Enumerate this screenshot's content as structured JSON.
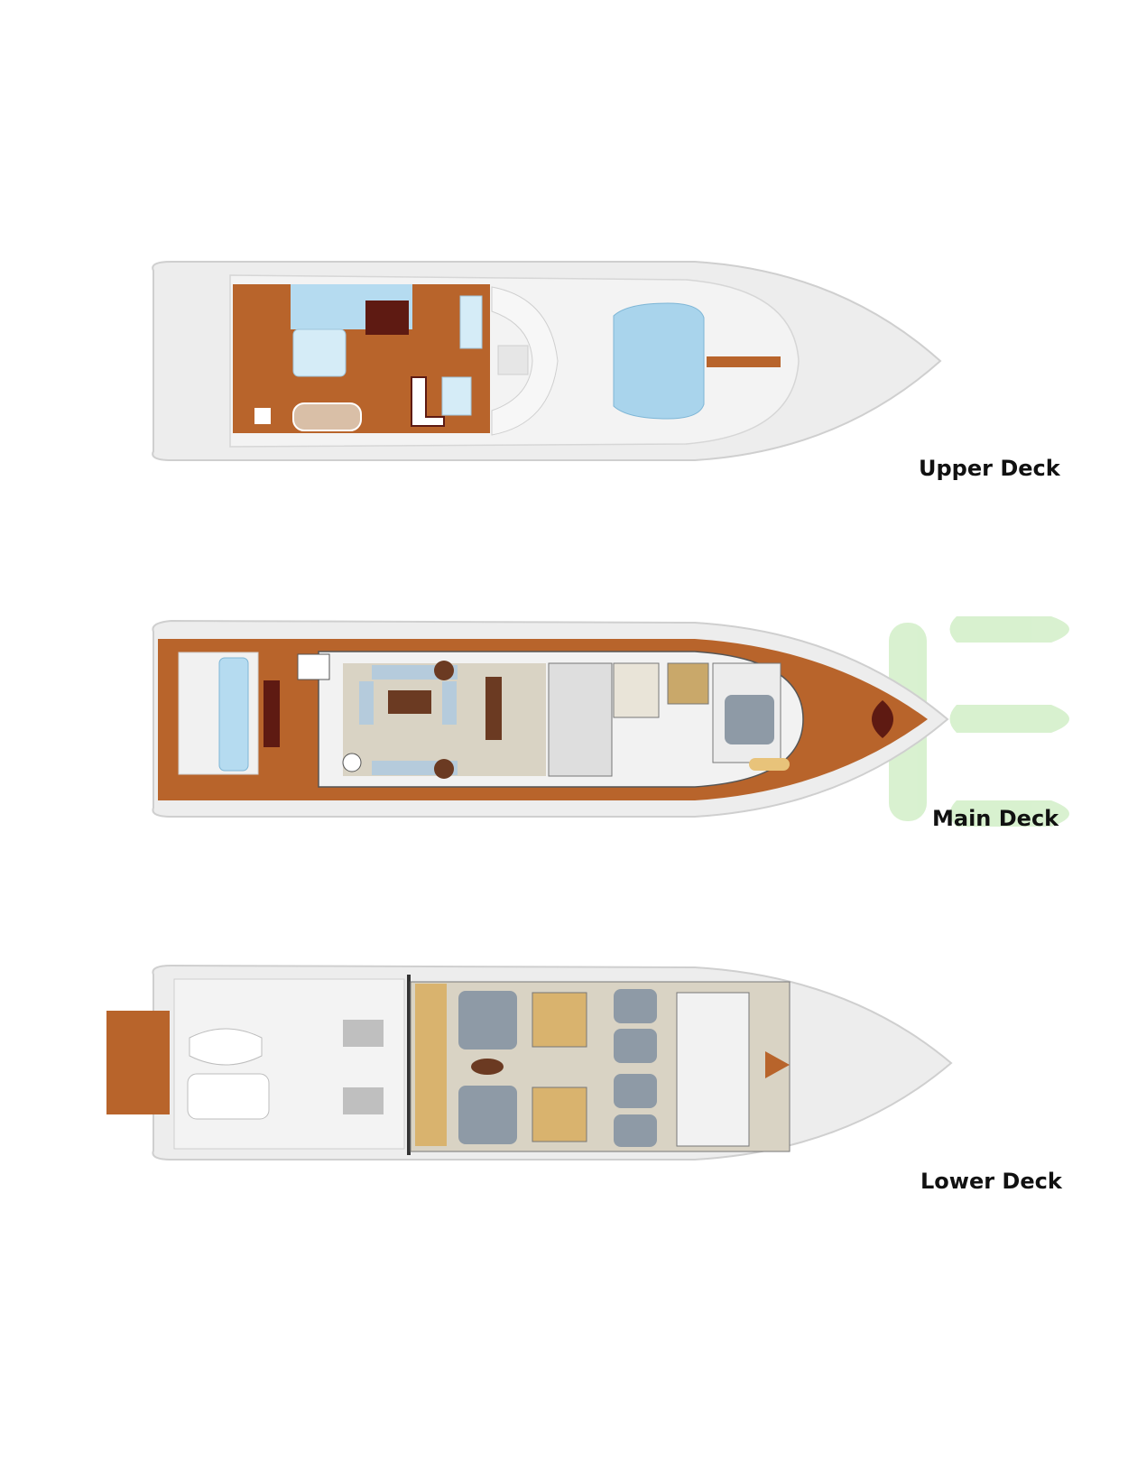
{
  "decks": {
    "upper": {
      "label": "Upper Deck"
    },
    "main": {
      "label": "Main Deck"
    },
    "lower": {
      "label": "Lower Deck"
    }
  },
  "colors": {
    "teak": "#b8642b",
    "hull": "#ededed",
    "hull_outline": "#cfcfcf",
    "glass": "#a9d4ec",
    "floor_beige": "#d9d3c4",
    "bed_grey": "#8e9aa6",
    "watermark_green": "#b9e6a9"
  }
}
